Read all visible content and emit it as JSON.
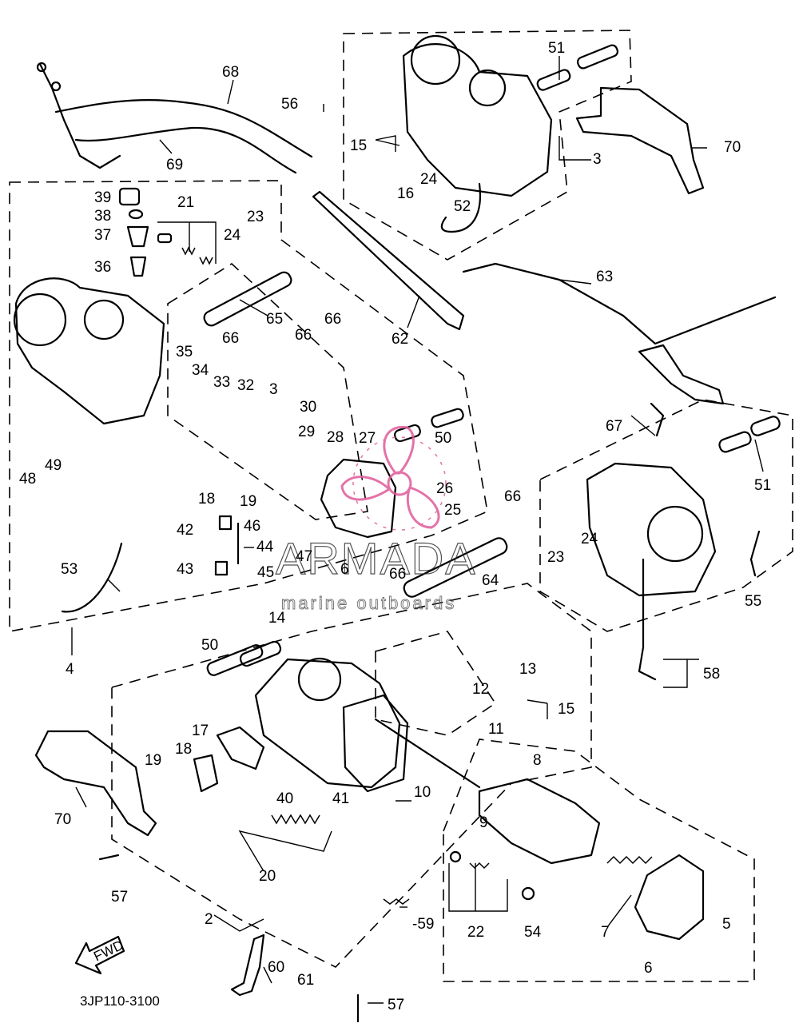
{
  "diagram": {
    "drawing_code": "3JP110-3100",
    "fwd_arrow_text": "FWD",
    "watermark": {
      "brand": "ARMADA",
      "tagline": "marine outboards",
      "logo_color": "#e05a9a"
    },
    "part_labels": {
      "p2": "2",
      "p3": "3",
      "p3b": "3",
      "p4": "4",
      "p5": "5",
      "p6": "6",
      "p6b": "6",
      "p7": "7",
      "p8": "8",
      "p9": "9",
      "p10": "10",
      "p11": "11",
      "p12": "12",
      "p13": "13",
      "p14": "14",
      "p15": "15",
      "p15b": "15",
      "p16": "16",
      "p17": "17",
      "p18": "18",
      "p18b": "18",
      "p19": "19",
      "p19b": "19",
      "p20": "20",
      "p21": "21",
      "p22": "22",
      "p23": "23",
      "p23b": "23",
      "p24": "24",
      "p24b": "24",
      "p24c": "24",
      "p25": "25",
      "p26": "26",
      "p27": "27",
      "p28": "28",
      "p29": "29",
      "p30": "30",
      "p32": "32",
      "p33": "33",
      "p34": "34",
      "p35": "35",
      "p36": "36",
      "p37": "37",
      "p38": "38",
      "p39": "39",
      "p40": "40",
      "p41": "41",
      "p42": "42",
      "p43": "43",
      "p44": "44",
      "p45": "45",
      "p46": "46",
      "p47": "47",
      "p48": "48",
      "p49": "49",
      "p50": "50",
      "p50b": "50",
      "p51": "51",
      "p51b": "51",
      "p52": "52",
      "p53": "53",
      "p54": "54",
      "p55": "55",
      "p56": "56",
      "p57": "57",
      "p57b": "57",
      "p58": "58",
      "p59": "-59",
      "p60": "60",
      "p61": "61",
      "p62": "62",
      "p63": "63",
      "p64": "64",
      "p65": "65",
      "p66": "66",
      "p66b": "66",
      "p66c": "66",
      "p66d": "66",
      "p66e": "66",
      "p67": "67",
      "p68": "68",
      "p69": "69",
      "p70": "70",
      "p70b": "70"
    }
  }
}
